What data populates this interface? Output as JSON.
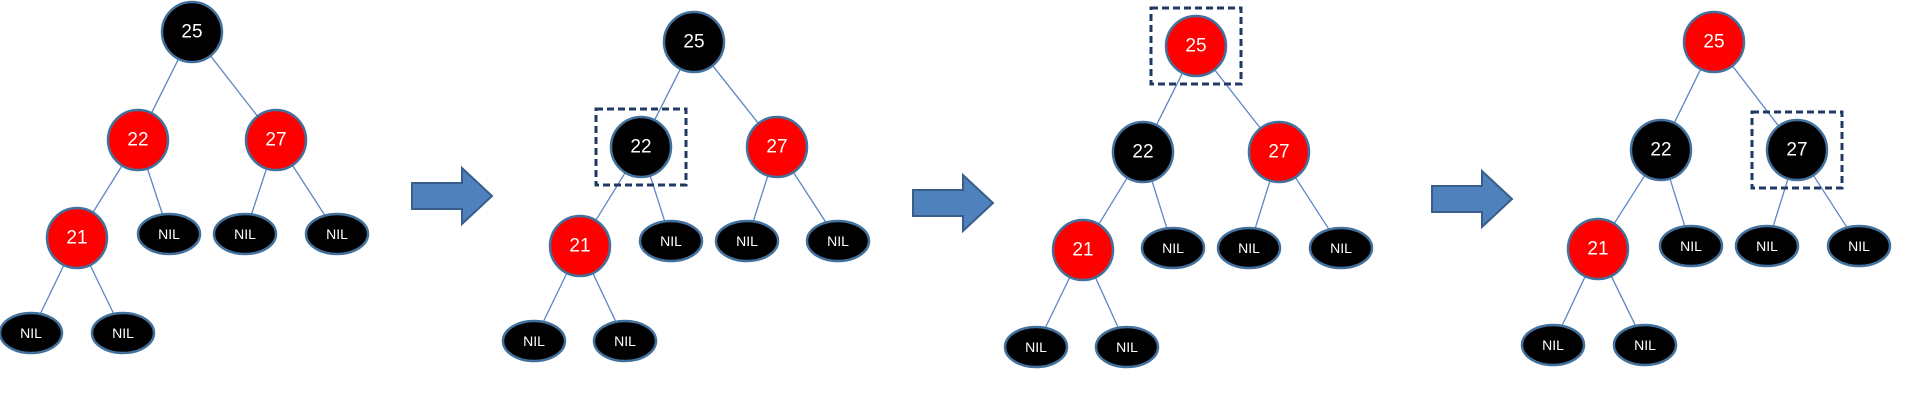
{
  "palette": {
    "black_node": "#000000",
    "red_node": "#ff0000",
    "node_border": "#41719c",
    "edge": "#5b87c4",
    "arrow": "#4f81bd",
    "highlight_border": "#1f3864"
  },
  "steps": [
    {
      "id": "step1",
      "nodes": {
        "n25": {
          "label": "25",
          "color": "black"
        },
        "n22": {
          "label": "22",
          "color": "red"
        },
        "n27": {
          "label": "27",
          "color": "red"
        },
        "n21": {
          "label": "21",
          "color": "red"
        },
        "nil_22r": {
          "label": "NIL",
          "color": "black"
        },
        "nil_27l": {
          "label": "NIL",
          "color": "black"
        },
        "nil_27r": {
          "label": "NIL",
          "color": "black"
        },
        "nil_21l": {
          "label": "NIL",
          "color": "black"
        },
        "nil_21r": {
          "label": "NIL",
          "color": "black"
        }
      },
      "highlighted": null
    },
    {
      "id": "step2",
      "nodes": {
        "n25": {
          "label": "25",
          "color": "black"
        },
        "n22": {
          "label": "22",
          "color": "black"
        },
        "n27": {
          "label": "27",
          "color": "red"
        },
        "n21": {
          "label": "21",
          "color": "red"
        },
        "nil_22r": {
          "label": "NIL",
          "color": "black"
        },
        "nil_27l": {
          "label": "NIL",
          "color": "black"
        },
        "nil_27r": {
          "label": "NIL",
          "color": "black"
        },
        "nil_21l": {
          "label": "NIL",
          "color": "black"
        },
        "nil_21r": {
          "label": "NIL",
          "color": "black"
        }
      },
      "highlighted": "n22"
    },
    {
      "id": "step3",
      "nodes": {
        "n25": {
          "label": "25",
          "color": "red"
        },
        "n22": {
          "label": "22",
          "color": "black"
        },
        "n27": {
          "label": "27",
          "color": "red"
        },
        "n21": {
          "label": "21",
          "color": "red"
        },
        "nil_22r": {
          "label": "NIL",
          "color": "black"
        },
        "nil_27l": {
          "label": "NIL",
          "color": "black"
        },
        "nil_27r": {
          "label": "NIL",
          "color": "black"
        },
        "nil_21l": {
          "label": "NIL",
          "color": "black"
        },
        "nil_21r": {
          "label": "NIL",
          "color": "black"
        }
      },
      "highlighted": "n25"
    },
    {
      "id": "step4",
      "nodes": {
        "n25": {
          "label": "25",
          "color": "red"
        },
        "n22": {
          "label": "22",
          "color": "black"
        },
        "n27": {
          "label": "27",
          "color": "black"
        },
        "n21": {
          "label": "21",
          "color": "red"
        },
        "nil_22r": {
          "label": "NIL",
          "color": "black"
        },
        "nil_27l": {
          "label": "NIL",
          "color": "black"
        },
        "nil_27r": {
          "label": "NIL",
          "color": "black"
        },
        "nil_21l": {
          "label": "NIL",
          "color": "black"
        },
        "nil_21r": {
          "label": "NIL",
          "color": "black"
        }
      },
      "highlighted": "n27"
    }
  ],
  "transitions": [
    {
      "from": "step1",
      "to": "step2"
    },
    {
      "from": "step2",
      "to": "step3"
    },
    {
      "from": "step3",
      "to": "step4"
    }
  ]
}
